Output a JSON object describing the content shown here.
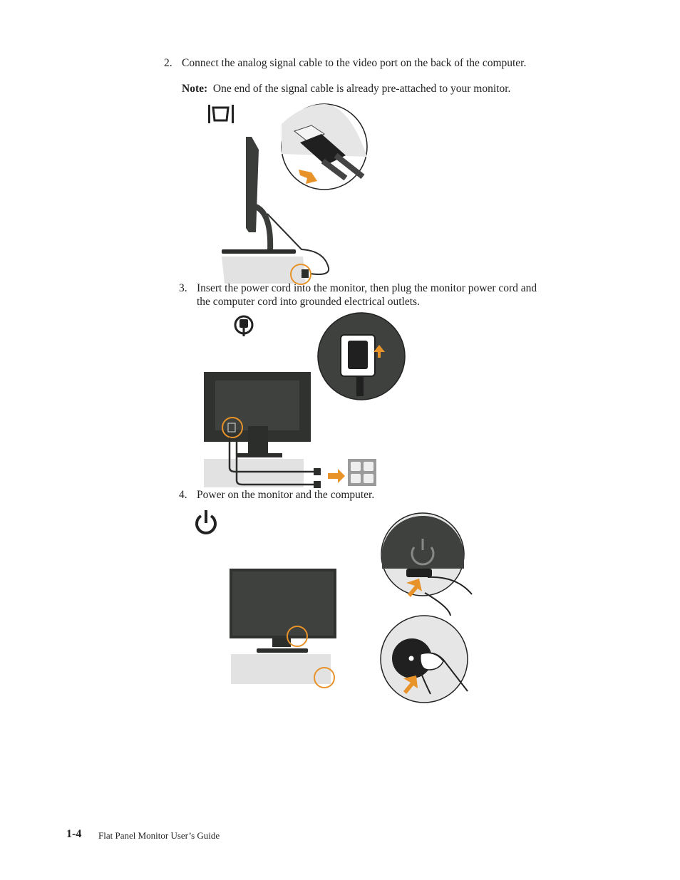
{
  "steps": {
    "step2": {
      "num": "2.",
      "text": "Connect the analog signal cable to the video port on the back of the computer.",
      "note_label": "Note:",
      "note_text": "One end of the signal cable is already pre-attached to your monitor."
    },
    "step3": {
      "num": "3.",
      "line1": "Insert the power cord into the monitor, then plug the monitor power cord and",
      "line2": "the computer cord into grounded electrical outlets."
    },
    "step4": {
      "num": "4.",
      "text": "Power on the monitor and the computer."
    }
  },
  "footer": {
    "page_number": "1-4",
    "title": "Flat Panel Monitor User’s Guide"
  },
  "colors": {
    "accent": "#e8922a",
    "monitor": "#3a3d3a",
    "base": "#e2e2e2"
  },
  "icons": [
    "vga-port-icon",
    "power-plug-icon",
    "power-button-icon"
  ]
}
